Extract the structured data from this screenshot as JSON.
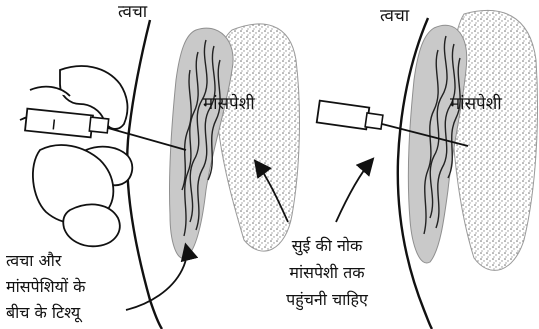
{
  "labels": {
    "skin_left": "त्वचा",
    "skin_right": "त्वचा",
    "muscle_left": "मांसपेशी",
    "muscle_right": "मांसपेशी",
    "tissue_between": [
      "त्वचा और",
      "मांसपेशियों के",
      "बीच के टिश्यू"
    ],
    "needle_tip": [
      "सुई की नोक",
      "मांसपेशी तक",
      "पहुंचनी चाहिए"
    ]
  },
  "colors": {
    "ink": "#111111",
    "tissue_band": "#c9c9c9",
    "muscle_stipple": "#9a9a9a",
    "background": "#ffffff"
  }
}
